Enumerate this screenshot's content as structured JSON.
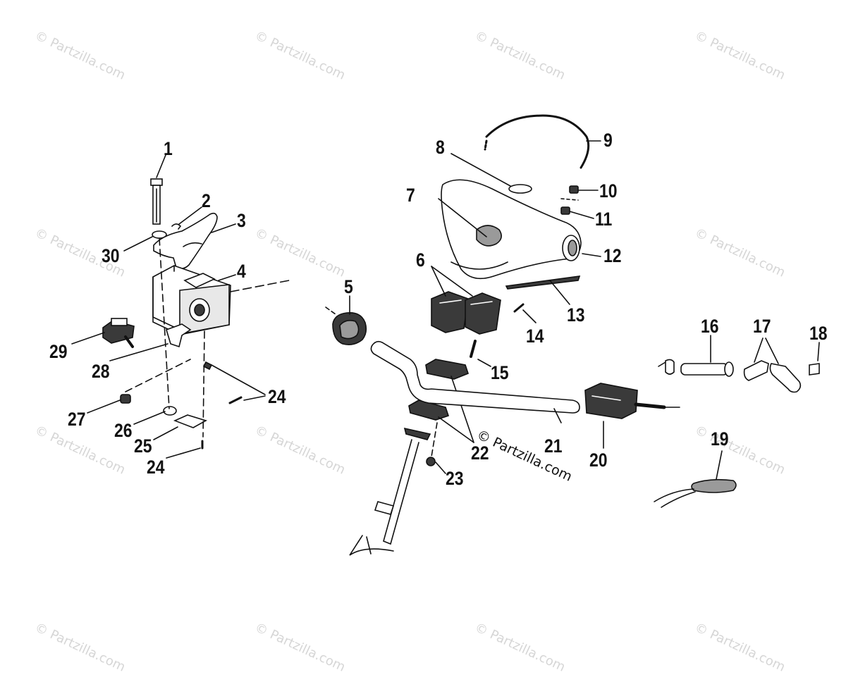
{
  "watermark": "© Partzilla.com",
  "center_watermark": "© Partzilla.com",
  "callouts": {
    "c1": "1",
    "c2": "2",
    "c3": "3",
    "c4": "4",
    "c5": "5",
    "c6": "6",
    "c7": "7",
    "c8": "8",
    "c9": "9",
    "c10": "10",
    "c11": "11",
    "c12": "12",
    "c13": "13",
    "c14": "14",
    "c15": "15",
    "c16": "16",
    "c17": "17",
    "c18": "18",
    "c19": "19",
    "c20": "20",
    "c21": "21",
    "c22": "22",
    "c23": "23",
    "c24a": "24",
    "c24b": "24",
    "c25": "25",
    "c26": "26",
    "c27": "27",
    "c28": "28",
    "c29": "29",
    "c30": "30"
  },
  "colors": {
    "ink": "#111111",
    "watermark": "#d6d6d6",
    "part_fill": "#3a3a3a",
    "part_light": "#9a9a9a"
  }
}
